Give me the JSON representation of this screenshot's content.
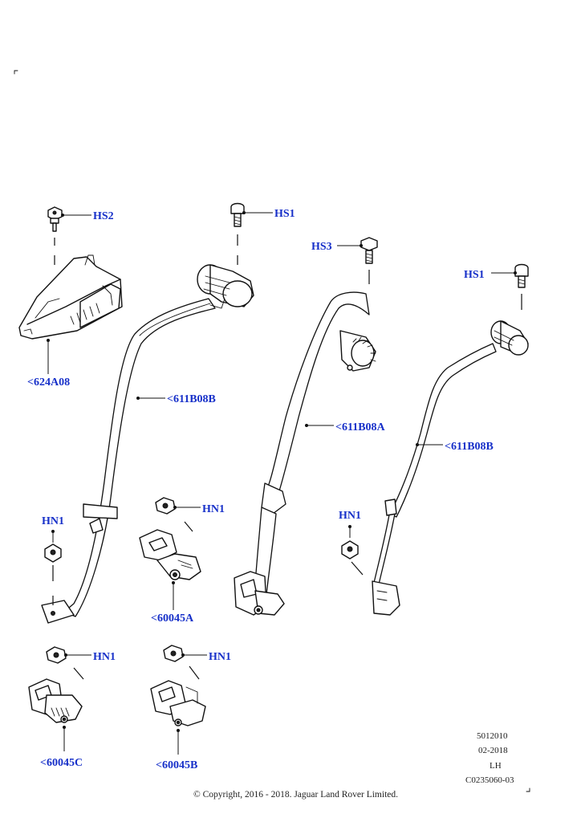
{
  "callouts": {
    "hs2": "HS2",
    "hs1_a": "HS1",
    "hs3": "HS3",
    "hs1_b": "HS1",
    "p624a08": "<624A08",
    "p611b08b_a": "<611B08B",
    "p611b08a": "<611B08A",
    "p611b08b_b": "<611B08B",
    "hn1_a": "HN1",
    "hn1_b": "HN1",
    "hn1_c": "HN1",
    "hn1_d": "HN1",
    "hn1_e": "HN1",
    "p60045a": "<60045A",
    "p60045c": "<60045C",
    "p60045b": "<60045B"
  },
  "meta": {
    "ref_number": "5012010",
    "date": "02-2018",
    "side": "LH",
    "illustration_code": "C0235060-03"
  },
  "copyright": "© Copyright, 2016 - 2018. Jaguar Land Rover Limited."
}
